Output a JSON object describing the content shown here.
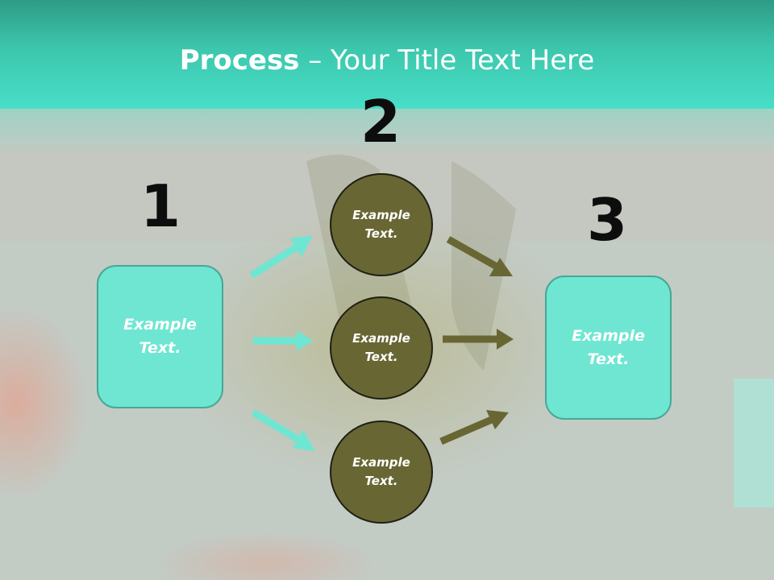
{
  "slide": {
    "title_bold": "Process",
    "title_rest": " – Your Title Text Here"
  },
  "steps": {
    "one": {
      "number": "1",
      "text_line1": "Example",
      "text_line2": "Text."
    },
    "two": {
      "number": "2",
      "circles": [
        {
          "text_line1": "Example",
          "text_line2": "Text."
        },
        {
          "text_line1": "Example",
          "text_line2": "Text."
        },
        {
          "text_line1": "Example",
          "text_line2": "Text."
        }
      ]
    },
    "three": {
      "number": "3",
      "text_line1": "Example",
      "text_line2": "Text."
    }
  },
  "colors": {
    "title_band": "#3cc7ad",
    "box_fill": "#6ee6d2",
    "circle_fill": "#686734",
    "arrow_left": "#6ee6d2",
    "arrow_right": "#686734"
  }
}
